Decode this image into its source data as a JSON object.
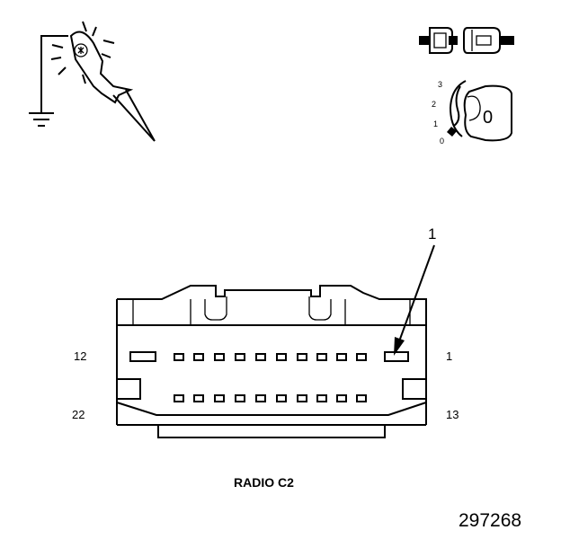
{
  "connector": {
    "callout": "1",
    "pin_left_top": "12",
    "pin_right_top": "1",
    "pin_left_bottom": "22",
    "pin_right_bottom": "13",
    "caption": "RADIO C2"
  },
  "ignition_key": {
    "positions": [
      "3",
      "2",
      "1",
      "0"
    ],
    "key_mark": "0"
  },
  "figure_number": "297268",
  "icons": [
    "test-probe-icon",
    "ground-symbol-icon",
    "connector-disconnect-icon",
    "ignition-key-icon"
  ]
}
